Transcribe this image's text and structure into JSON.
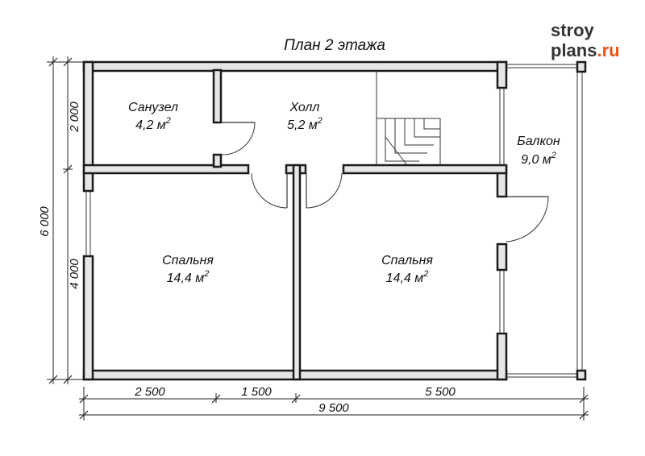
{
  "title": "План 2 этажа",
  "logo": {
    "line1": "stroy",
    "line2": "plans",
    "tld": ".ru",
    "accent": "#e8541a"
  },
  "rooms": {
    "bathroom": {
      "name": "Санузел",
      "area": "4,2 м",
      "sup": "2"
    },
    "hall": {
      "name": "Холл",
      "area": "5,2 м",
      "sup": "2"
    },
    "balcony": {
      "name": "Балкон",
      "area": "9,0 м",
      "sup": "2"
    },
    "bedroom_left": {
      "name": "Спальня",
      "area": "14,4 м",
      "sup": "2"
    },
    "bedroom_right": {
      "name": "Спальня",
      "area": "14,4 м",
      "sup": "2"
    }
  },
  "dimensions": {
    "bottom_1": "2 500",
    "bottom_2": "1 500",
    "bottom_3": "5 500",
    "overall_width": "9 500",
    "left_top": "2 000",
    "left_bottom": "4 000",
    "overall_height": "6 000"
  },
  "colors": {
    "wall_fill": "#e6e6e6",
    "line": "#1a1a1a"
  }
}
